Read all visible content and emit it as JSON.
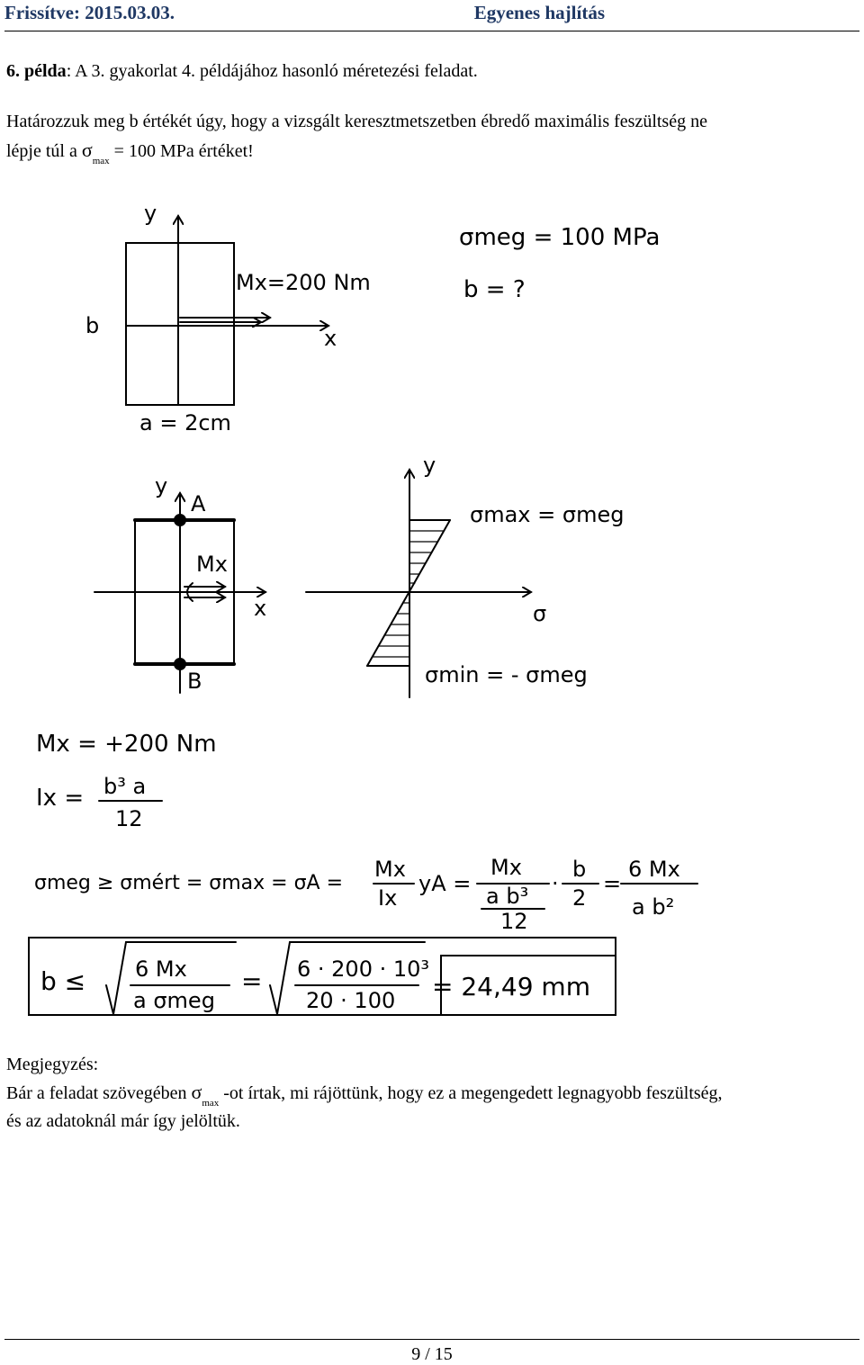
{
  "header": {
    "left": "Frissítve: 2015.03.03.",
    "right": "Egyenes hajlítás"
  },
  "intro": {
    "example_bold": "6. példa",
    "example_rest": ": A 3. gyakorlat 4. példájához hasonló méretezési feladat.",
    "line1": "Határozzuk meg b értékét úgy, hogy a vizsgált keresztmetszetben ébredő maximális feszültség ne",
    "line2_pre": "lépje túl a",
    "sigma": "σ",
    "sub_max": "max",
    "line2_eq": "= 100 MPa",
    "line2_post": "értéket!"
  },
  "sketch1": {
    "y": "y",
    "x": "x",
    "b": "b",
    "moment": "Mx=200 Nm",
    "width": "a = 2cm",
    "sigma_meg": "σmeg = 100 MPa",
    "b_unknown": "b = ?"
  },
  "sketch2": {
    "y": "y",
    "A": "A",
    "B": "B",
    "Mx": "Mx",
    "x": "x",
    "stress_y": "y",
    "sigma_axis": "σ",
    "smax": "σmax = σmeg",
    "smin": "σmin = - σmeg"
  },
  "calc": {
    "mx": "Mx = +200 Nm",
    "ix_lhs": "Ix =",
    "ix_num": "b³ a",
    "ix_den": "12",
    "chain_start": "σmeg ≥ σmért = σmax = σA =",
    "frac1_num": "Mx",
    "frac1_den": "Ix",
    "ya": "yA =",
    "frac2_num": "Mx",
    "frac2_den_top": "a b³",
    "frac2_den_bot": "12",
    "times": "·",
    "frac3_num": "b",
    "frac3_den": "2",
    "eq": "=",
    "frac4_num": "6 Mx",
    "frac4_den": "a b²",
    "b_leq": "b ≤",
    "sq1_num": "6 Mx",
    "sq1_den": "a σmeg",
    "sq2_num": "6 · 200 · 10³",
    "sq2_den": "20 · 100",
    "result": "= 24,49 mm"
  },
  "note": {
    "title": "Megjegyzés:",
    "line1_pre": "Bár a feladat szövegében",
    "sigma": "σ",
    "sub_max": "max",
    "line1_post": "-ot írtak, mi rájöttünk, hogy ez a megengedett legnagyobb feszültség,",
    "line2": "és az adatoknál már így jelöltük."
  },
  "footer": {
    "page": "9 / 15"
  }
}
